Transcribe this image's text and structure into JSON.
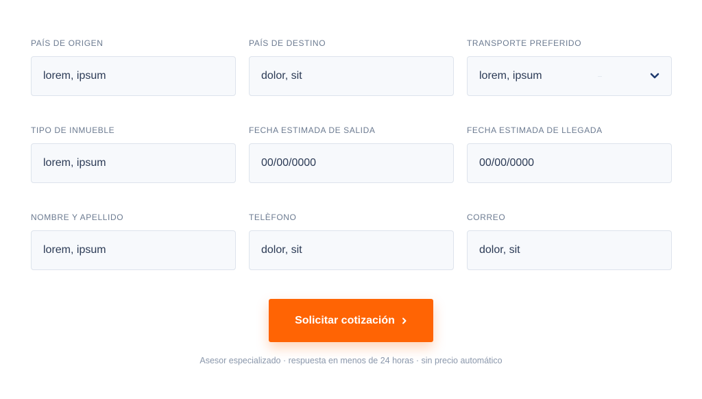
{
  "form": {
    "fields": [
      {
        "label": "PAÍS DE ORIGEN",
        "value": "lorem, ipsum"
      },
      {
        "label": "PAÍS DE DESTINO",
        "value": "dolor, sit"
      },
      {
        "label": "TRANSPORTE PREFERIDO",
        "value": "lorem, ipsum"
      },
      {
        "label": "TIPO DE INMUEBLE",
        "value": "lorem, ipsum"
      },
      {
        "label": "FECHA ESTIMADA DE SALIDA",
        "value": "00/00/0000"
      },
      {
        "label": "FECHA ESTIMADA DE LLEGADA",
        "value": "00/00/0000"
      },
      {
        "label": "NOMBRE Y APELLIDO",
        "value": "lorem, ipsum"
      },
      {
        "label": "TELÈFONO",
        "value": "dolor, sit"
      },
      {
        "label": "CORREO",
        "value": "dolor, sit"
      }
    ]
  },
  "submit": {
    "label": "Solicitar cotización",
    "icon": "chevron-right-icon"
  },
  "footer_note": "Asesor especializado · respuesta en menos de 24 horas · sin precio automático",
  "colors": {
    "accent": "#ff6404",
    "field_bg": "#f7f9fc",
    "label": "#6b7a90",
    "select_arrow": "#1f3a6e"
  }
}
